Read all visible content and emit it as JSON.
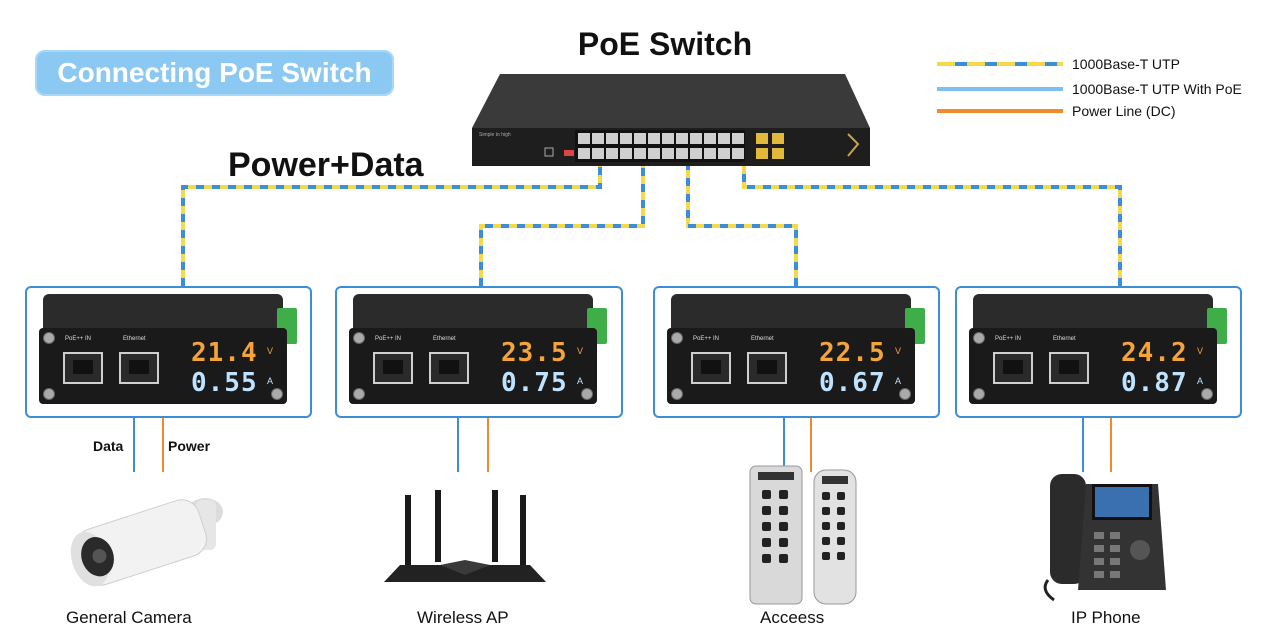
{
  "title_badge": "Connecting PoE Switch",
  "switch_title": "PoE Switch",
  "switch_brand": "Simple to high",
  "link_label": "Power+Data",
  "legend": [
    {
      "label": "1000Base-T UTP",
      "color": "#f4d94a",
      "style": "dashed-yellow-blue"
    },
    {
      "label": "1000Base-T UTP With PoE",
      "color": "#7cc0ee",
      "style": "solid-light-blue"
    },
    {
      "label": "Power Line (DC)",
      "color": "#f08a2d",
      "style": "solid-orange"
    }
  ],
  "injector_labels": {
    "poe_in": "PoE++ IN",
    "ethernet": "Ethernet"
  },
  "injectors": [
    {
      "voltage": "21.4",
      "current": "0.55",
      "unit_v": "V",
      "unit_a": "A"
    },
    {
      "voltage": "23.5",
      "current": "0.75",
      "unit_v": "V",
      "unit_a": "A"
    },
    {
      "voltage": "22.5",
      "current": "0.67",
      "unit_v": "V",
      "unit_a": "A"
    },
    {
      "voltage": "24.2",
      "current": "0.87",
      "unit_v": "V",
      "unit_a": "A"
    }
  ],
  "wire_labels": {
    "data": "Data",
    "power": "Power"
  },
  "devices": [
    {
      "name": "General Camera",
      "icon": "camera-icon"
    },
    {
      "name": "Wireless AP",
      "icon": "router-icon"
    },
    {
      "name": "Acceess",
      "icon": "access-keypad-icon"
    },
    {
      "name": "IP Phone",
      "icon": "ip-phone-icon"
    }
  ],
  "colors": {
    "accent_blue": "#3b8ed8",
    "utp_yellow": "#f4d94a",
    "power_orange": "#f08a2d",
    "badge": "#8cc9f2"
  }
}
